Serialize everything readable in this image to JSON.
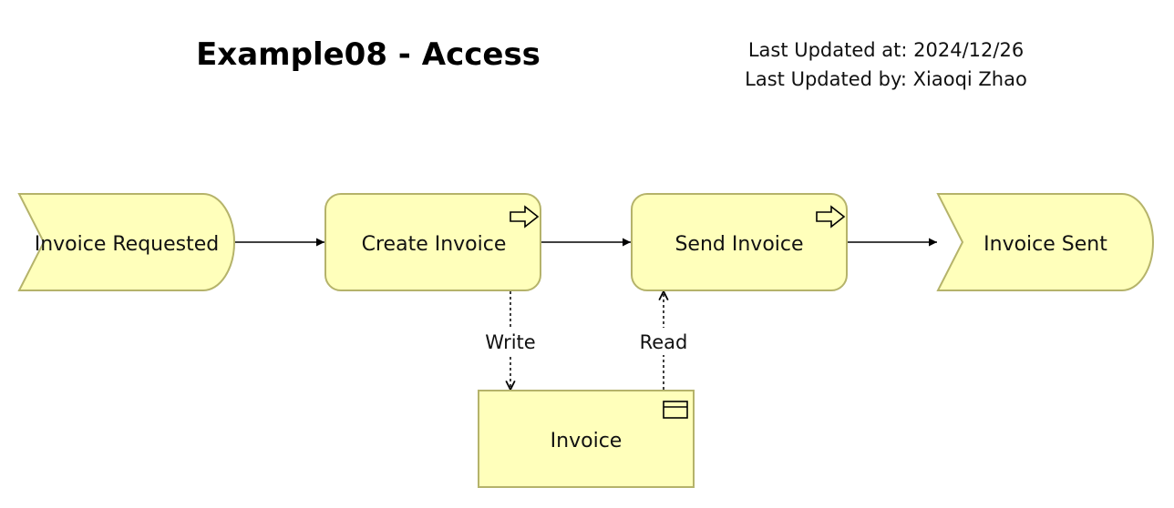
{
  "diagram": {
    "title": "Example08 - Access",
    "meta": {
      "updated_at": "Last Updated at: 2024/12/26",
      "updated_by": "Last Updated by: Xiaoqi Zhao"
    },
    "colors": {
      "fill": "#ffffbb",
      "stroke": "#b5b36a",
      "line": "#000000"
    },
    "nodes": {
      "invoice_requested": {
        "label": "Invoice Requested",
        "kind": "business-event"
      },
      "create_invoice": {
        "label": "Create Invoice",
        "kind": "business-process",
        "icon": "process-arrow-icon"
      },
      "send_invoice": {
        "label": "Send Invoice",
        "kind": "business-process",
        "icon": "process-arrow-icon"
      },
      "invoice_sent": {
        "label": "Invoice Sent",
        "kind": "business-event"
      },
      "invoice": {
        "label": "Invoice",
        "kind": "business-object",
        "icon": "business-object-icon"
      }
    },
    "edges": {
      "write": {
        "label": "Write",
        "from": "create_invoice",
        "to": "invoice",
        "kind": "access"
      },
      "read": {
        "label": "Read",
        "from": "invoice",
        "to": "send_invoice",
        "kind": "access"
      }
    }
  }
}
